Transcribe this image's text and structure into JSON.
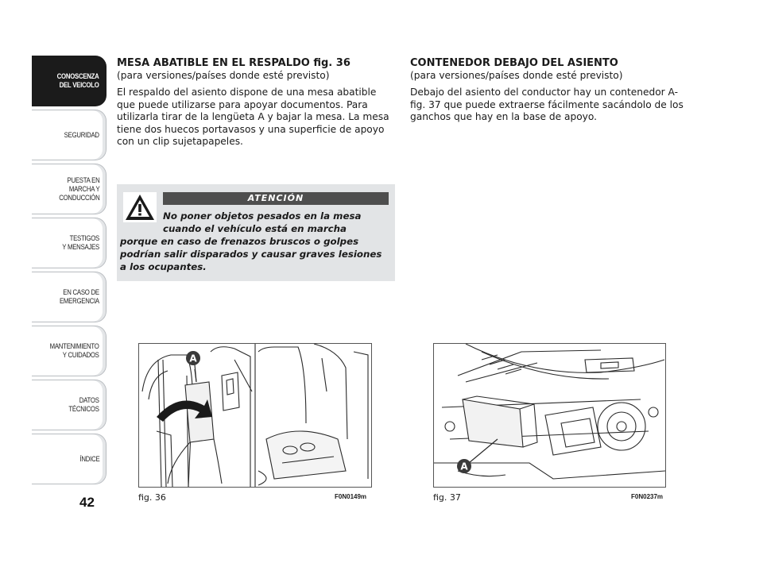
{
  "sidebar": {
    "tabs": [
      {
        "label": "CONOSCENZA\nDEL VEICOLO",
        "active": true
      },
      {
        "label": "SEGURIDAD",
        "active": false
      },
      {
        "label": "PUESTA EN\nMARCHA Y\nCONDUCCIÓN",
        "active": false
      },
      {
        "label": "TESTIGOS\nY MENSAJES",
        "active": false
      },
      {
        "label": "EN CASO DE\nEMERGENCIA",
        "active": false
      },
      {
        "label": "MANTENIMIENTO\nY CUIDADOS",
        "active": false
      },
      {
        "label": "DATOS\nTÉCNICOS",
        "active": false
      },
      {
        "label": "ÍNDICE",
        "active": false
      }
    ],
    "page_number": "42"
  },
  "left_column": {
    "heading": "MESA ABATIBLE EN EL RESPALDO fig. 36",
    "subtitle": "(para versiones/países donde esté previsto)",
    "body": "El respaldo del asiento dispone de una mesa abatible que puede utilizarse para apoyar documentos. Para utilizarla tirar de la lengüeta A y bajar la mesa. La mesa tiene dos huecos portavasos y una superficie de apoyo con un clip sujetapapeles."
  },
  "warning": {
    "title": "ATENCIÓN",
    "text_first": "No poner objetos pesados en la mesa cuando el vehículo está en marcha",
    "text_rest": "porque en caso de frenazos bruscos o golpes podrían salir disparados y causar graves lesiones a los ocupantes."
  },
  "right_column": {
    "heading": "CONTENEDOR DEBAJO DEL ASIENTO",
    "subtitle": "(para versiones/países donde esté previsto)",
    "body": "Debajo del asiento del conductor hay un contenedor A-fig. 37 que puede extraerse fácilmente sacándolo de los ganchos que hay en la base de apoyo."
  },
  "figures": [
    {
      "caption": "fig. 36",
      "code": "F0N0149m",
      "callout": "A"
    },
    {
      "caption": "fig. 37",
      "code": "F0N0237m",
      "callout": "A"
    }
  ],
  "colors": {
    "active_tab": "#1b1b1b",
    "warning_bg": "#e2e4e6",
    "warning_bar": "#4e4e4e",
    "callout": "#3a3a3a"
  }
}
